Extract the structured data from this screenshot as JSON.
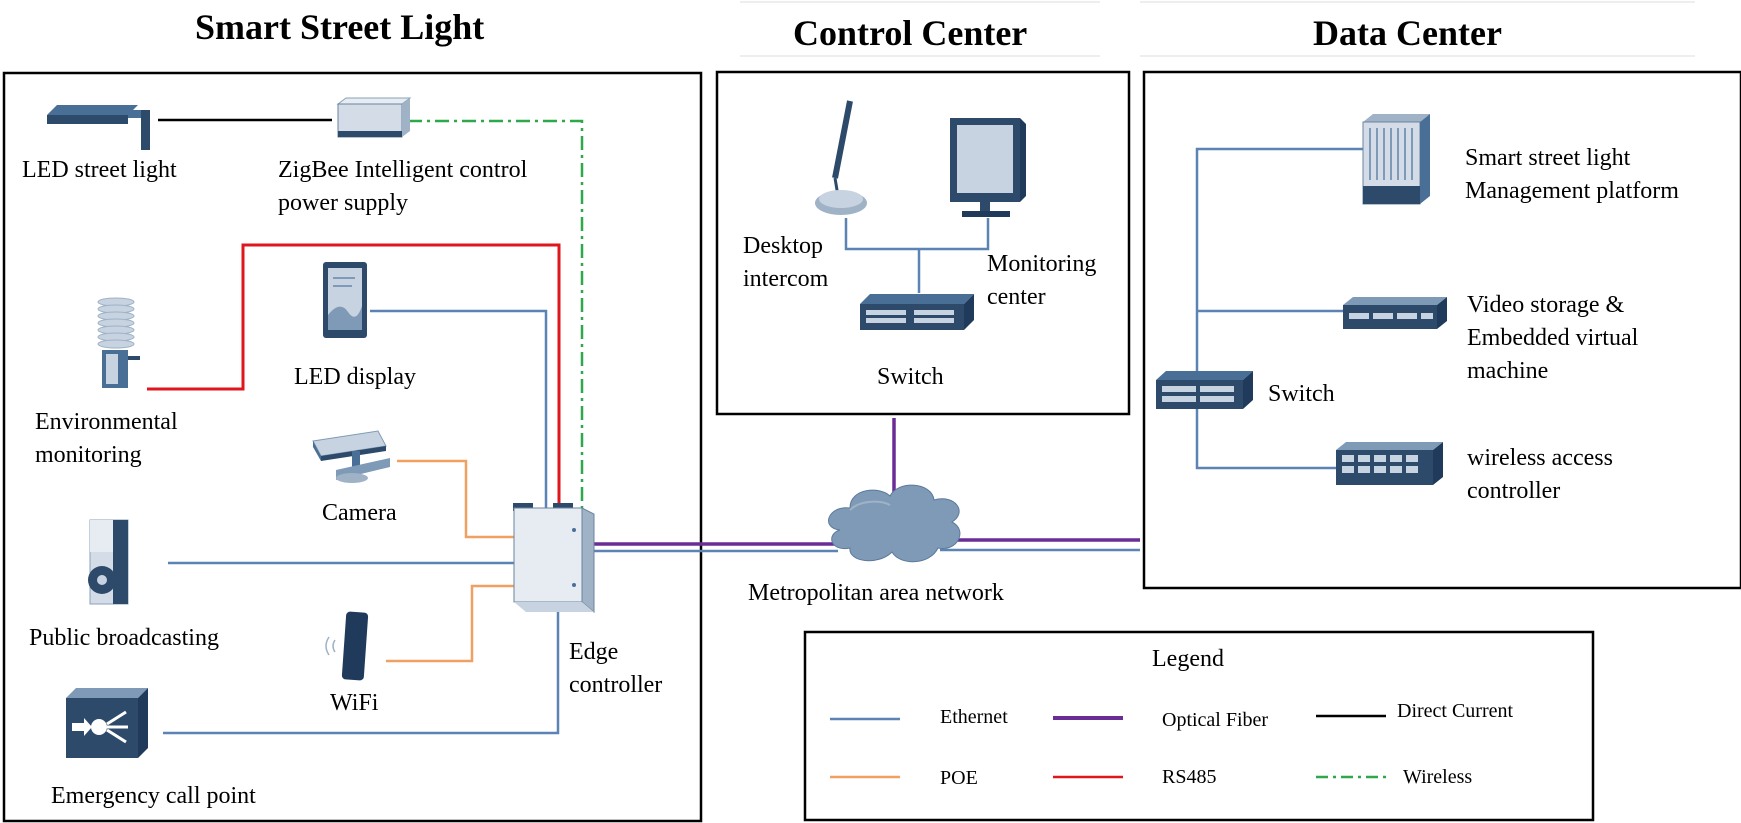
{
  "sections": {
    "smart_street_light": "Smart Street Light",
    "control_center": "Control Center",
    "data_center": "Data Center"
  },
  "devices": {
    "led_street_light": "LED street light",
    "zigbee_line1": "ZigBee Intelligent control",
    "zigbee_line2": "power supply",
    "led_display": "LED display",
    "env_line1": "Environmental",
    "env_line2": "monitoring",
    "camera": "Camera",
    "public_broadcasting": "Public broadcasting",
    "wifi": "WiFi",
    "emergency_call_point": "Emergency call point",
    "edge_line1": "Edge",
    "edge_line2": "controller",
    "desktop_line1": "Desktop",
    "desktop_line2": "intercom",
    "monitoring_line1": "Monitoring",
    "monitoring_line2": "center",
    "cc_switch": "Switch",
    "metro_network": "Metropolitan area network",
    "platform_line1": "Smart street light",
    "platform_line2": "Management platform",
    "video_line1": "Video storage &",
    "video_line2": "Embedded virtual",
    "video_line3": "machine",
    "dc_switch": "Switch",
    "wac_line1": "wireless access",
    "wac_line2": "controller"
  },
  "legend": {
    "title": "Legend",
    "items": [
      {
        "label": "Ethernet",
        "color": "#5b84b5",
        "style": "solid"
      },
      {
        "label": "Optical Fiber",
        "color": "#6a2d96",
        "style": "solid"
      },
      {
        "label": "Direct Current",
        "color": "#000000",
        "style": "solid"
      },
      {
        "label": "POE",
        "color": "#f0a060",
        "style": "solid"
      },
      {
        "label": "RS485",
        "color": "#e0161d",
        "style": "solid"
      },
      {
        "label": "Wireless",
        "color": "#2ea84a",
        "style": "dash-dot"
      }
    ]
  },
  "colors": {
    "ethernet": "#5b84b5",
    "optical_fiber": "#6a2d96",
    "direct_current": "#000000",
    "poe": "#f0a060",
    "rs485": "#e0161d",
    "wireless": "#2ea84a",
    "device_dark": "#2d4a6b",
    "device_mid": "#4a6f96",
    "device_light": "#c7d3e0"
  }
}
